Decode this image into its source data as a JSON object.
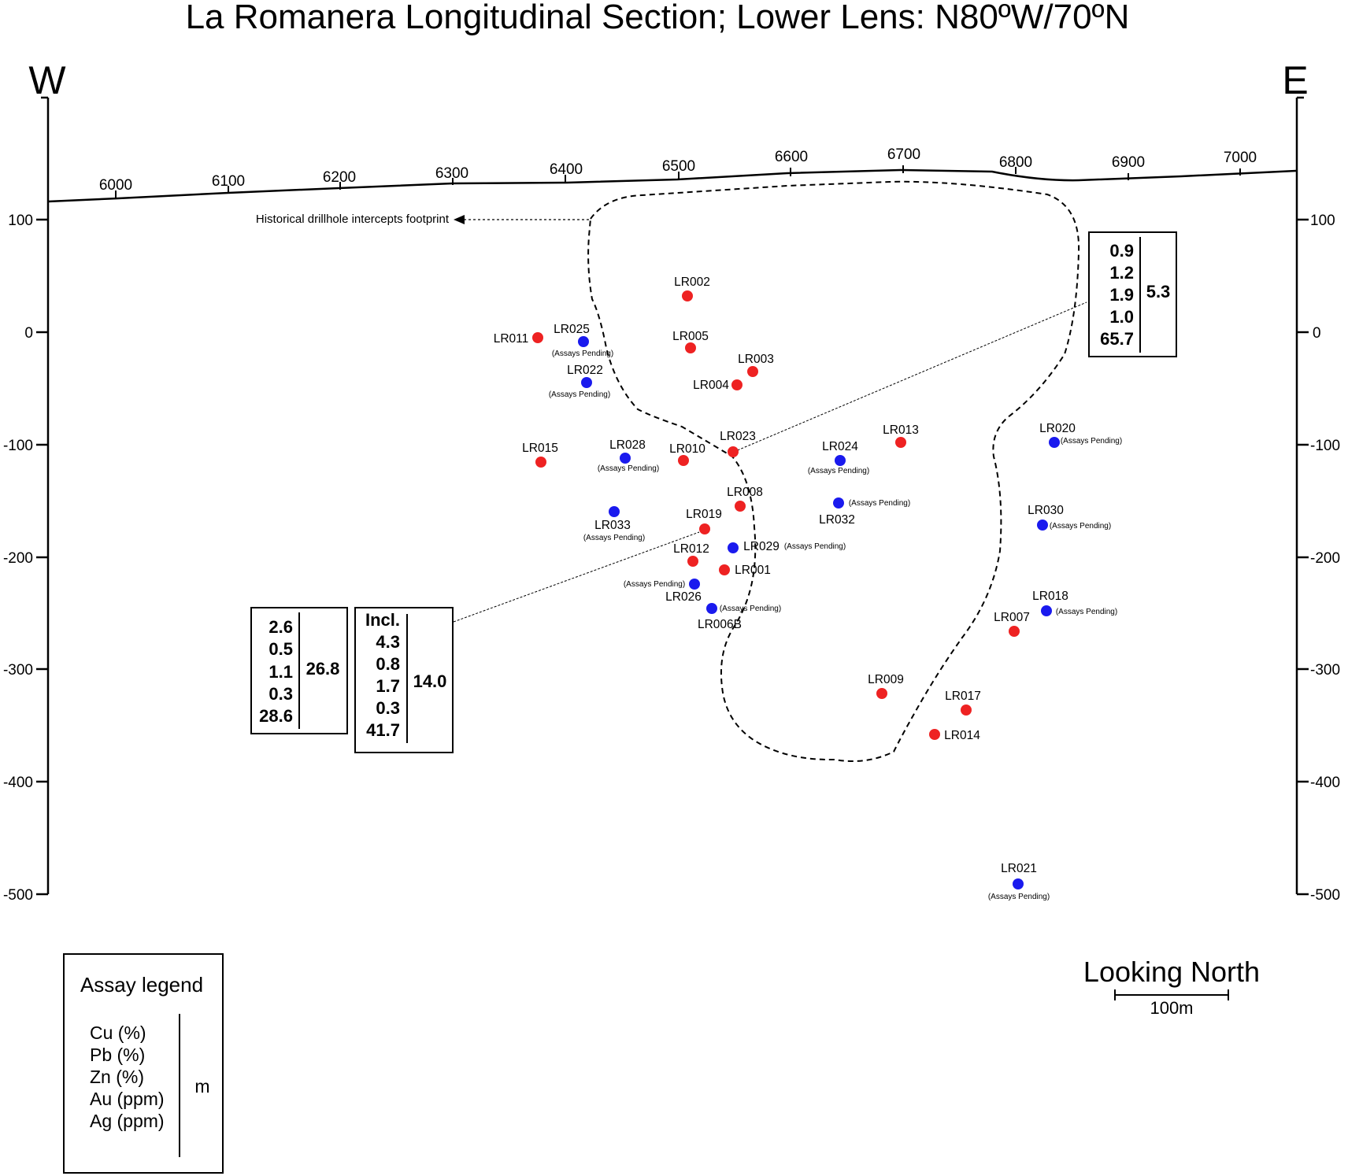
{
  "title": "La Romanera Longitudinal Section; Lower Lens: N80ºW/70ºN",
  "compass": {
    "west": "W",
    "east": "E"
  },
  "easting_ticks": [
    "6000",
    "6100",
    "6200",
    "6300",
    "6400",
    "6500",
    "6600",
    "6700",
    "6800",
    "6900",
    "7000"
  ],
  "elevation_ticks": [
    "100",
    "0",
    "-100",
    "-200",
    "-300",
    "-400",
    "-500"
  ],
  "footprint_label": "Historical drillhole intercepts footprint",
  "pending_text": "(Assays Pending)",
  "colors": {
    "assayed": "#ee2222",
    "pending": "#1a1aee",
    "line": "#000000"
  },
  "drillholes": [
    {
      "id": "LR002",
      "status": "assayed"
    },
    {
      "id": "LR011",
      "status": "assayed"
    },
    {
      "id": "LR025",
      "status": "pending"
    },
    {
      "id": "LR005",
      "status": "assayed"
    },
    {
      "id": "LR003",
      "status": "assayed"
    },
    {
      "id": "LR022",
      "status": "pending"
    },
    {
      "id": "LR004",
      "status": "assayed"
    },
    {
      "id": "LR013",
      "status": "assayed"
    },
    {
      "id": "LR020",
      "status": "pending"
    },
    {
      "id": "LR015",
      "status": "assayed"
    },
    {
      "id": "LR028",
      "status": "pending"
    },
    {
      "id": "LR010",
      "status": "assayed"
    },
    {
      "id": "LR023",
      "status": "assayed"
    },
    {
      "id": "LR024",
      "status": "pending"
    },
    {
      "id": "LR008",
      "status": "assayed"
    },
    {
      "id": "LR032",
      "status": "pending"
    },
    {
      "id": "LR030",
      "status": "pending"
    },
    {
      "id": "LR033",
      "status": "pending"
    },
    {
      "id": "LR019",
      "status": "assayed"
    },
    {
      "id": "LR029",
      "status": "pending"
    },
    {
      "id": "LR012",
      "status": "assayed"
    },
    {
      "id": "LR001",
      "status": "assayed"
    },
    {
      "id": "LR026",
      "status": "pending"
    },
    {
      "id": "LR006B",
      "status": "pending"
    },
    {
      "id": "LR018",
      "status": "pending"
    },
    {
      "id": "LR007",
      "status": "assayed"
    },
    {
      "id": "LR009",
      "status": "assayed"
    },
    {
      "id": "LR017",
      "status": "assayed"
    },
    {
      "id": "LR014",
      "status": "assayed"
    },
    {
      "id": "LR021",
      "status": "pending"
    }
  ],
  "intercept_boxes": [
    {
      "values": [
        "0.9",
        "1.2",
        "1.9",
        "1.0",
        "65.7"
      ],
      "width": "5.3"
    },
    {
      "values": [
        "2.6",
        "0.5",
        "1.1",
        "0.3",
        "28.6"
      ],
      "width": "26.8"
    },
    {
      "header": "Incl.",
      "values": [
        "4.3",
        "0.8",
        "1.7",
        "0.3",
        "41.7"
      ],
      "width": "14.0"
    }
  ],
  "legend": {
    "title": "Assay legend",
    "items": [
      "Cu (%)",
      "Pb (%)",
      "Zn (%)",
      "Au (ppm)",
      "Ag (ppm)"
    ],
    "unit": "m"
  },
  "view": "Looking North",
  "scale_bar": "100m"
}
